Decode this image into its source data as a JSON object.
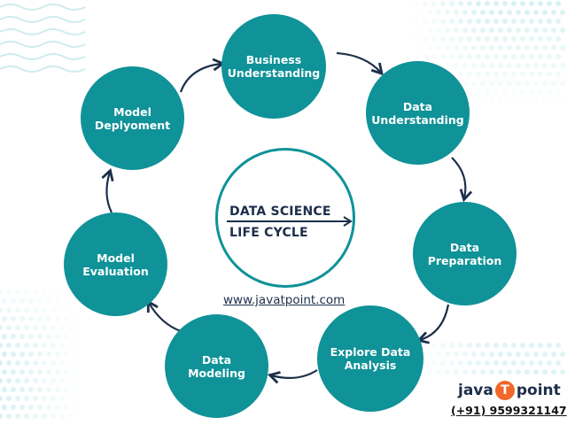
{
  "diagram": {
    "center": {
      "title": "DATA SCIENCE",
      "subtitle": "LIFE CYCLE"
    },
    "stages": [
      {
        "label": "Business Understanding"
      },
      {
        "label": "Data Understanding"
      },
      {
        "label": "Data Preparation"
      },
      {
        "label": "Explore Data Analysis"
      },
      {
        "label": "Data Modeling"
      },
      {
        "label": "Model Evaluation"
      },
      {
        "label": "Model Deplyoment"
      }
    ],
    "website": "www.javatpoint.com"
  },
  "brand": {
    "name_left": "java",
    "badge": "T",
    "name_right": "point",
    "phone": "(+91) 9599321147"
  },
  "colors": {
    "node": "#0f9298",
    "arrow": "#1c2e4a",
    "text_dark": "#1c2e4a",
    "decor": "#d5f0f1",
    "logo_accent": "#f2672a"
  }
}
